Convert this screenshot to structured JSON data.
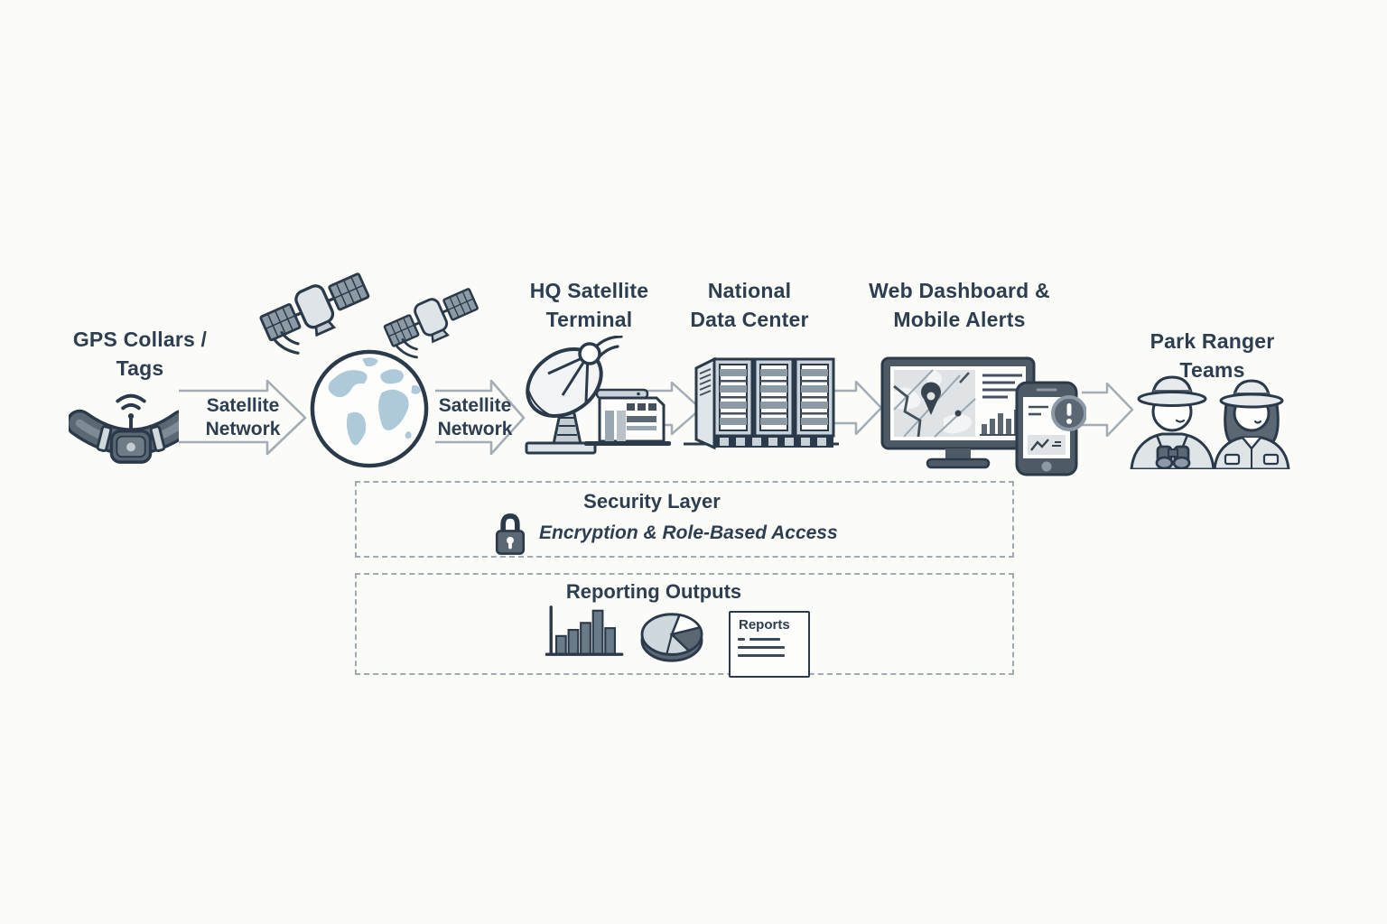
{
  "flow": {
    "gps": {
      "line1": "GPS Collars /",
      "line2": "Tags"
    },
    "link1": {
      "line1": "Satellite",
      "line2": "Network"
    },
    "link2": {
      "line1": "Satellite",
      "line2": "Network"
    },
    "hq": {
      "line1": "HQ Satellite",
      "line2": "Terminal"
    },
    "datacenter": {
      "line1": "National",
      "line2": "Data Center"
    },
    "dashboard": {
      "line1": "Web Dashboard &",
      "line2": "Mobile Alerts"
    },
    "rangers": {
      "line1": "Park Ranger Teams"
    }
  },
  "security": {
    "title": "Security Layer",
    "subtitle": "Encryption & Role-Based Access"
  },
  "reporting": {
    "title": "Reporting Outputs",
    "document_label": "Reports"
  },
  "colors": {
    "background": "#fbfbf8",
    "ink": "#2b3a4a",
    "text": "#2c3e50",
    "arrow_outline": "#a4adb5",
    "dark_gray": "#5b6874",
    "mid_gray": "#8c9aa6",
    "light_fill": "#dfe4e8",
    "continent_blue": "#aecada"
  }
}
